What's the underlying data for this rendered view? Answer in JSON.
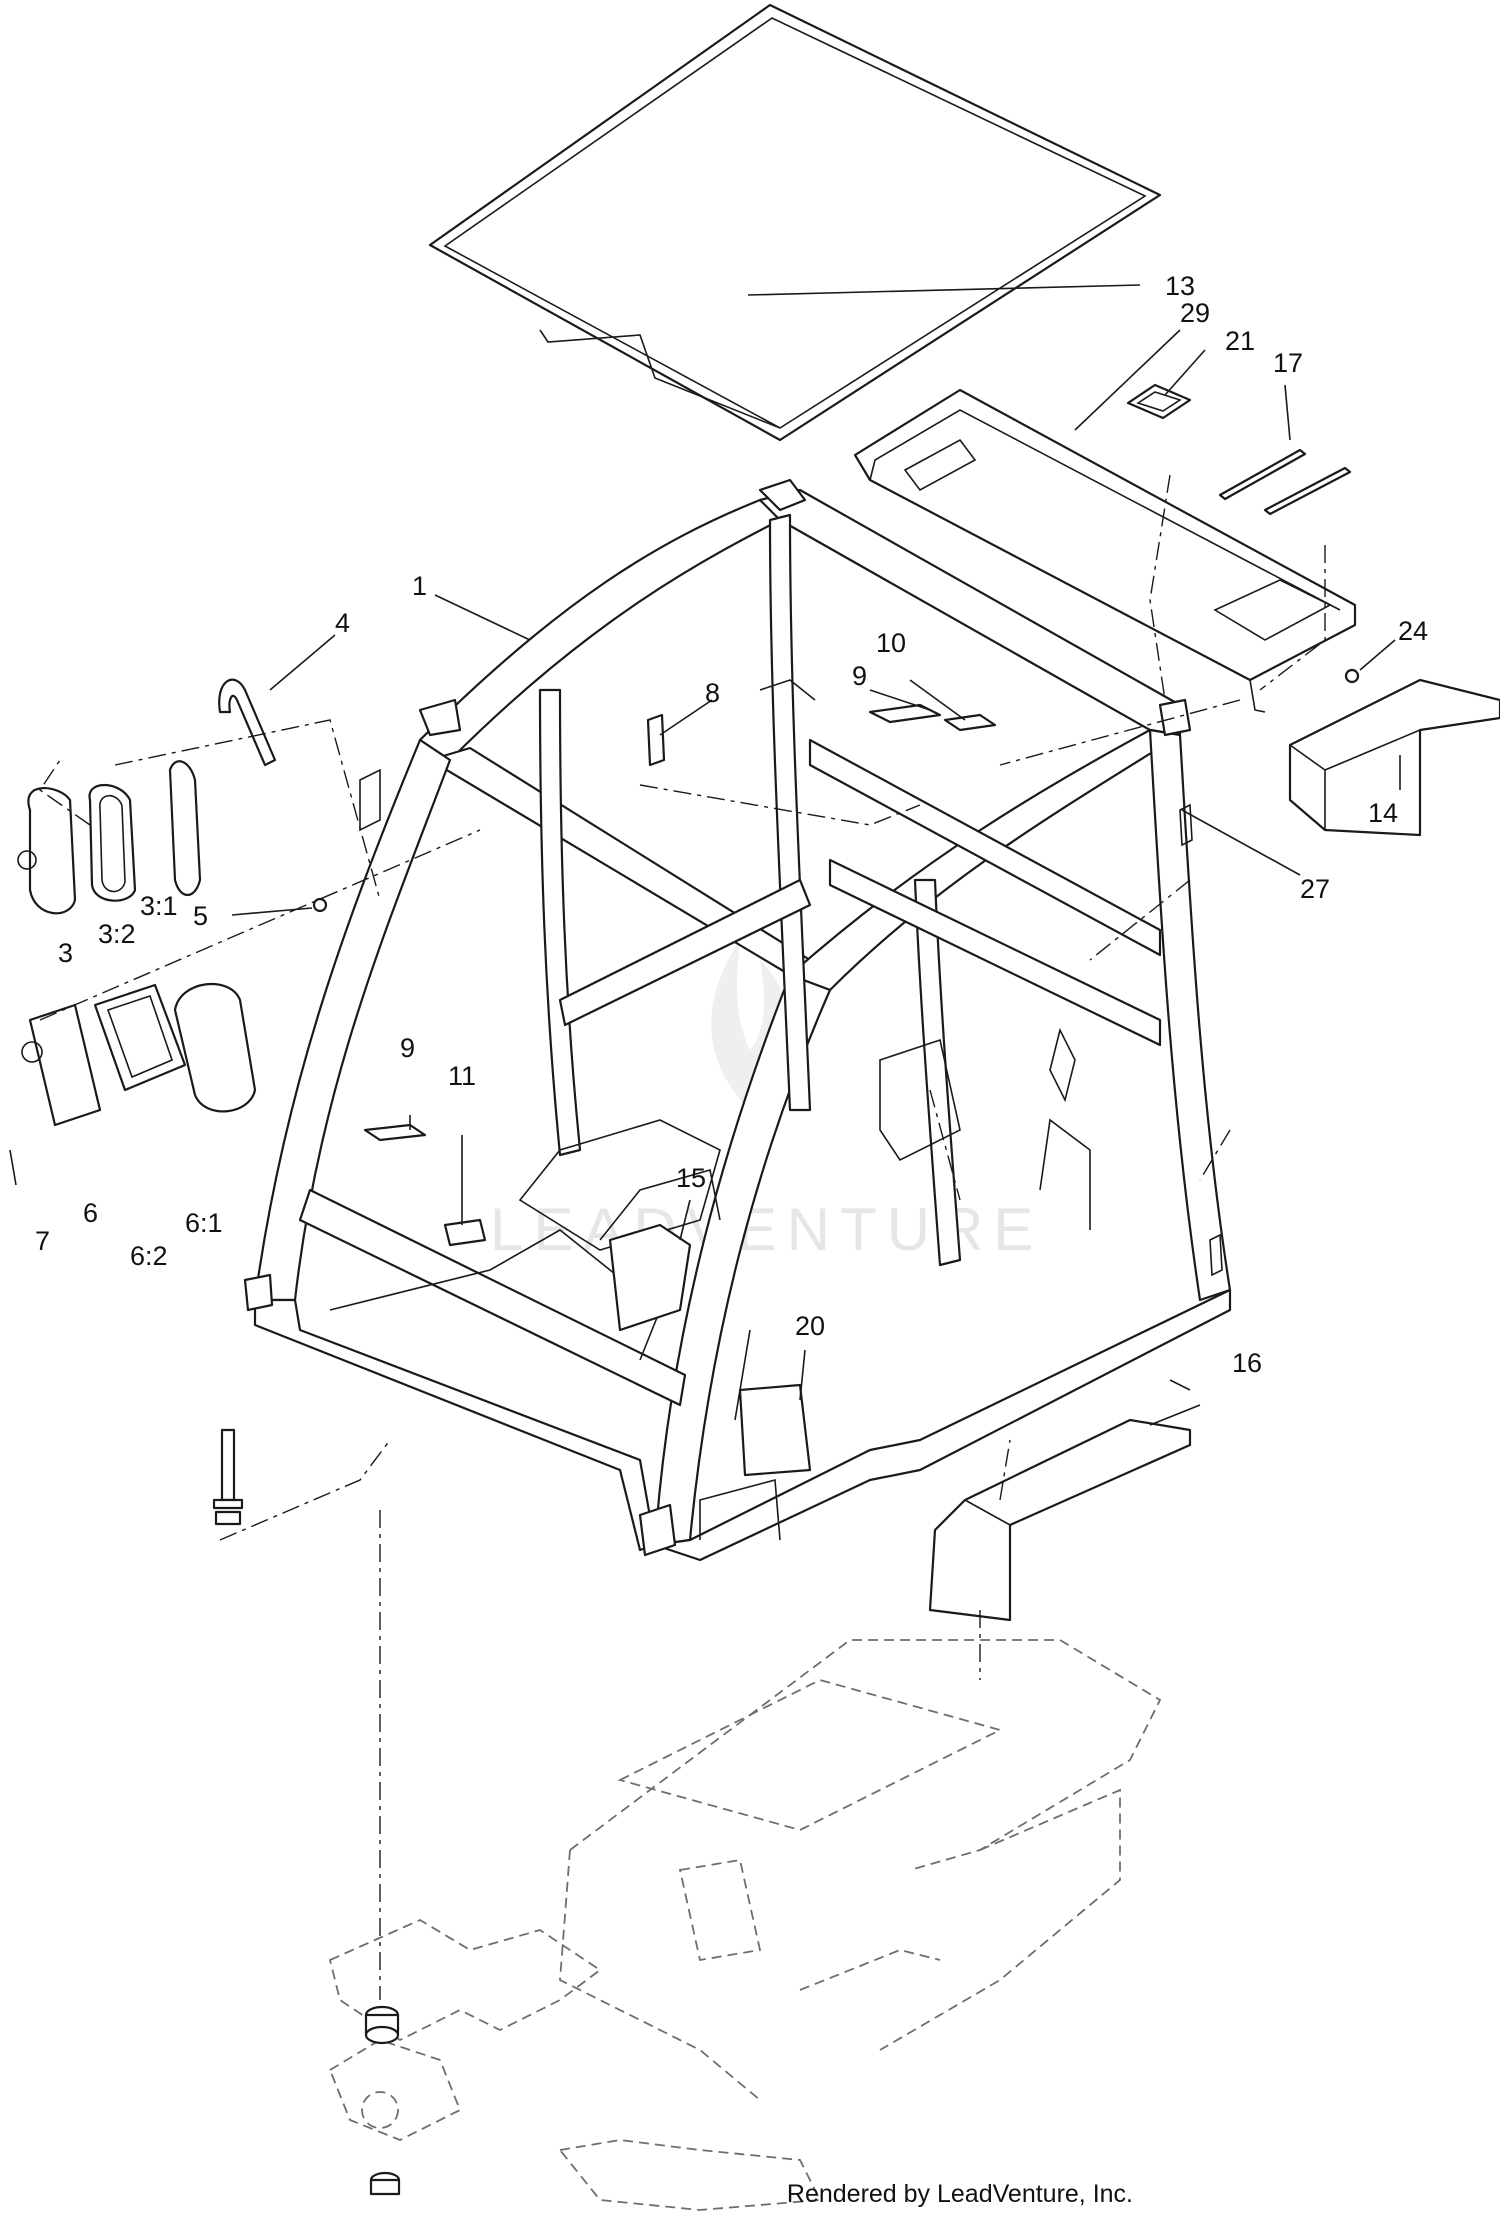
{
  "diagram": {
    "watermark": "LEADVENTURE",
    "credit": "Rendered by LeadVenture, Inc.",
    "callouts": [
      {
        "id": "c13",
        "text": "13"
      },
      {
        "id": "c29",
        "text": "29"
      },
      {
        "id": "c21",
        "text": "21"
      },
      {
        "id": "c17",
        "text": "17"
      },
      {
        "id": "c1",
        "text": "1"
      },
      {
        "id": "c4",
        "text": "4"
      },
      {
        "id": "c8",
        "text": "8"
      },
      {
        "id": "c10",
        "text": "10"
      },
      {
        "id": "c9a",
        "text": "9"
      },
      {
        "id": "c24",
        "text": "24"
      },
      {
        "id": "c14",
        "text": "14"
      },
      {
        "id": "c27",
        "text": "27"
      },
      {
        "id": "c5",
        "text": "5"
      },
      {
        "id": "c3",
        "text": "3"
      },
      {
        "id": "c3_2",
        "text": "3:2"
      },
      {
        "id": "c3_1",
        "text": "3:1"
      },
      {
        "id": "c7",
        "text": "7"
      },
      {
        "id": "c6",
        "text": "6"
      },
      {
        "id": "c6_2",
        "text": "6:2"
      },
      {
        "id": "c6_1",
        "text": "6:1"
      },
      {
        "id": "c9b",
        "text": "9"
      },
      {
        "id": "c11",
        "text": "11"
      },
      {
        "id": "c15",
        "text": "15"
      },
      {
        "id": "c20",
        "text": "20"
      },
      {
        "id": "c16",
        "text": "16"
      }
    ]
  }
}
